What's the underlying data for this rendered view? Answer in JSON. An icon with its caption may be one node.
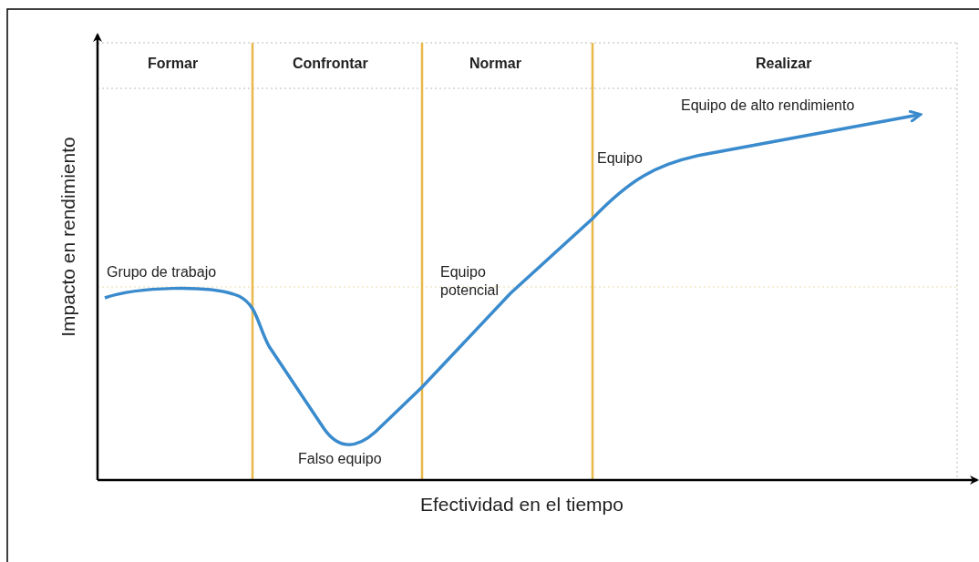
{
  "diagram": {
    "labels": [
      "Formar",
      "Confrontar",
      "Normar",
      "Realizar",
      "Equipo de alto rendimiento",
      "Equipo",
      "Grupo de trabajo",
      "Equipo potencial",
      "Falso equipo",
      "Impacto en rendimiento",
      "Efectividad en el tiempo"
    ]
  }
}
